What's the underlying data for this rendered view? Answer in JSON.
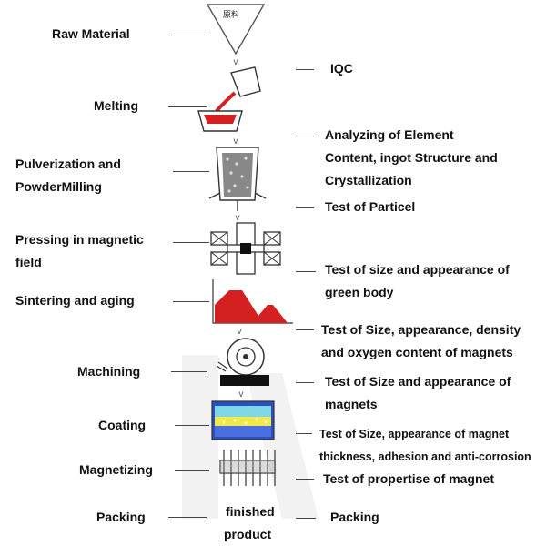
{
  "steps": {
    "raw_material": "Raw Material",
    "melting": "Melting",
    "pulverization": [
      "Pulverization and",
      "PowderMilling"
    ],
    "pressing": [
      "Pressing in magnetic",
      "field"
    ],
    "sintering": "Sintering and aging",
    "machining": "Machining",
    "coating": "Coating",
    "magnetizing": "Magnetizing",
    "packing": "Packing"
  },
  "tests": {
    "iqc": "IQC",
    "analyzing": [
      "Analyzing of Element",
      "Content, ingot Structure and",
      "Crystallization"
    ],
    "particel": "Test of Particel",
    "green_body": [
      "Test of size and appearance of",
      "green body"
    ],
    "density": [
      "Test of Size, appearance, density",
      "and oxygen content of magnets"
    ],
    "size_appearance": [
      "Test of Size and appearance of",
      "magnets"
    ],
    "coating_test": [
      "Test of Size, appearance of magnet",
      "thickness, adhesion and anti-corrosion"
    ],
    "propertise": "Test of propertise of magnet",
    "packing": "Packing"
  },
  "center": {
    "raw_icon_text": "原料",
    "finished": [
      "finished",
      "product"
    ],
    "arrow_glyph": "v"
  }
}
